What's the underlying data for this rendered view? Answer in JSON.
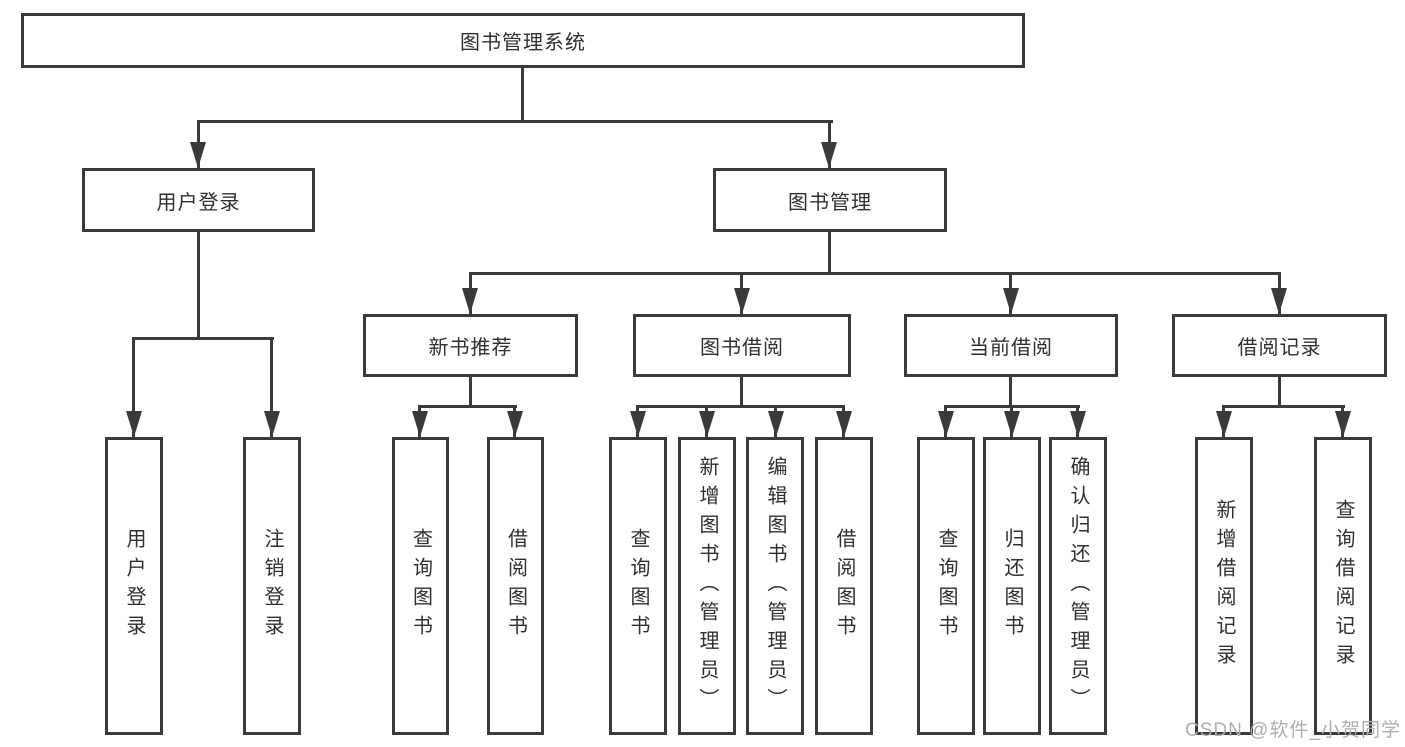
{
  "diagram_title": "图书管理系统",
  "colors": {
    "line": "#3a3a3a",
    "text": "#2f2f2f",
    "background": "#ffffff",
    "watermark": "#aeaeae"
  },
  "nodes": {
    "root": "图书管理系统",
    "l2": [
      "用户登录",
      "图书管理"
    ],
    "l3": [
      "新书推荐",
      "图书借阅",
      "当前借阅",
      "借阅记录"
    ],
    "l4_user": [
      "用户登录",
      "注销登录"
    ],
    "l4_newbook": [
      "查询图书",
      "借阅图书"
    ],
    "l4_borrow": [
      "查询图书",
      "新增图书（管理员）",
      "编辑图书（管理员）",
      "借阅图书"
    ],
    "l4_current": [
      "查询图书",
      "归还图书",
      "确认归还（管理员）"
    ],
    "l4_records": [
      "新增借阅记录",
      "查询借阅记录"
    ]
  },
  "watermark": "CSDN @软件_小贺同学"
}
